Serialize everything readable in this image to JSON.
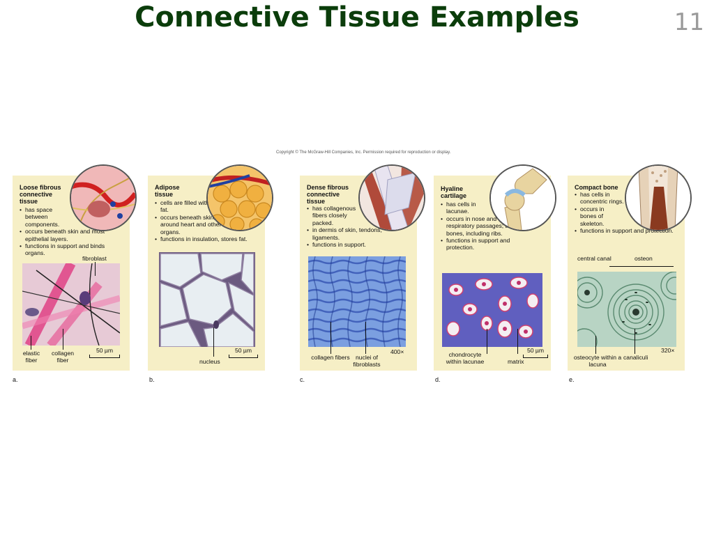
{
  "slide": {
    "title": "Connective Tissue Examples",
    "number": "11"
  },
  "copyright": "Copyright © The McGraw-Hill Companies, Inc. Permission required for reproduction or display.",
  "panels": [
    {
      "title_lines": [
        "Loose fibrous",
        "connective",
        "tissue"
      ],
      "bullets": [
        "has space between components.",
        "occurs beneath skin and most epithelial layers.",
        "functions in support and binds organs."
      ],
      "labels": [
        "fibroblast",
        "elastic fiber",
        "collagen fiber"
      ],
      "scale": "50 µm",
      "letter": "a."
    },
    {
      "title_lines": [
        "Adipose",
        "tissue"
      ],
      "bullets": [
        "cells are filled with fat.",
        "occurs beneath skin, around heart and other organs.",
        "functions in insulation, stores fat."
      ],
      "labels": [
        "nucleus"
      ],
      "scale": "50 µm",
      "letter": "b."
    },
    {
      "title_lines": [
        "Dense fibrous",
        "connective",
        "tissue"
      ],
      "bullets": [
        "has collagenous fibers closely packed.",
        "in dermis of skin, tendons, ligaments.",
        "functions in support."
      ],
      "labels": [
        "collagen fibers",
        "nuclei of fibroblasts"
      ],
      "magnification": "400×",
      "letter": "c."
    },
    {
      "title_lines": [
        "Hyaline",
        "cartilage"
      ],
      "bullets": [
        "has cells in lacunae.",
        "occurs in nose and walls of respiratory passages; at ends of bones, including ribs.",
        "functions in support and protection."
      ],
      "labels": [
        "chondrocyte within lacunae",
        "matrix"
      ],
      "scale": "50 µm",
      "letter": "d."
    },
    {
      "title_lines": [
        "Compact bone"
      ],
      "bullets": [
        "has cells in concentric rings.",
        "occurs in bones of skeleton.",
        "functions in support and protection."
      ],
      "labels": [
        "central canal",
        "osteon",
        "osteocyte within a lacuna",
        "canaliculi"
      ],
      "magnification": "320×",
      "letter": "e."
    }
  ]
}
